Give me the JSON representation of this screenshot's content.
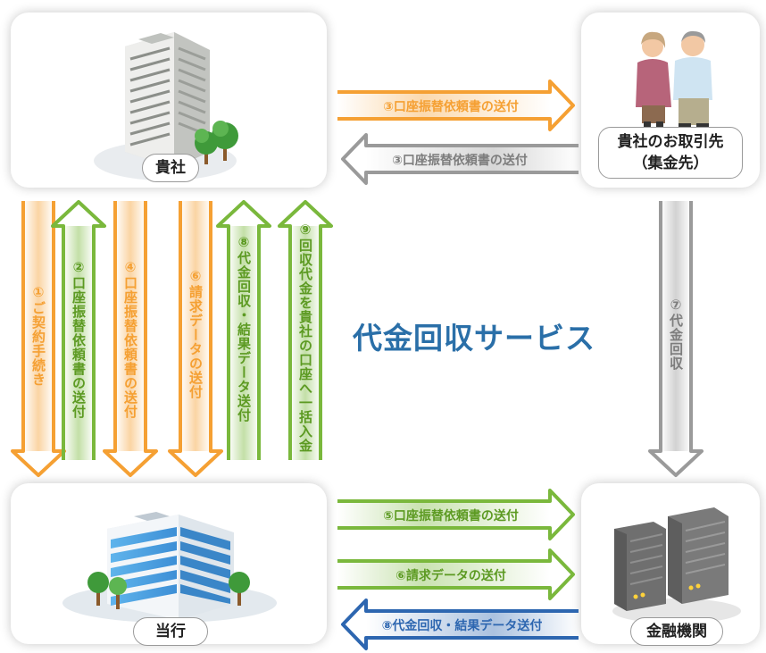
{
  "nodes": {
    "company": "貴社",
    "client_line1": "貴社のお取引先",
    "client_line2": "（集金先）",
    "bank": "当行",
    "institution": "金融機関"
  },
  "title": "代金回収サービス",
  "flows": {
    "f1": "①ご契約手続き",
    "f2": "②口座振替依頼書の送付",
    "f4": "④口座振替依頼書の送付",
    "f6v": "⑥請求データの送付",
    "f8v": "⑧代金回収・結果データ送付",
    "f9": "⑨回収代金を貴社の口座へ一括入金",
    "f3a": "③口座振替依頼書の送付",
    "f3b": "③口座振替依頼書の送付",
    "f7": "⑦代金回収",
    "f5": "⑤口座振替依頼書の送付",
    "f6h": "⑥請求データの送付",
    "f8h": "⑧代金回収・結果データ送付"
  },
  "colors": {
    "orange": "#f5a033",
    "green": "#7ab83c",
    "gray": "#9a9a9a",
    "blue": "#2d66b0",
    "title": "#2a6fa8"
  }
}
